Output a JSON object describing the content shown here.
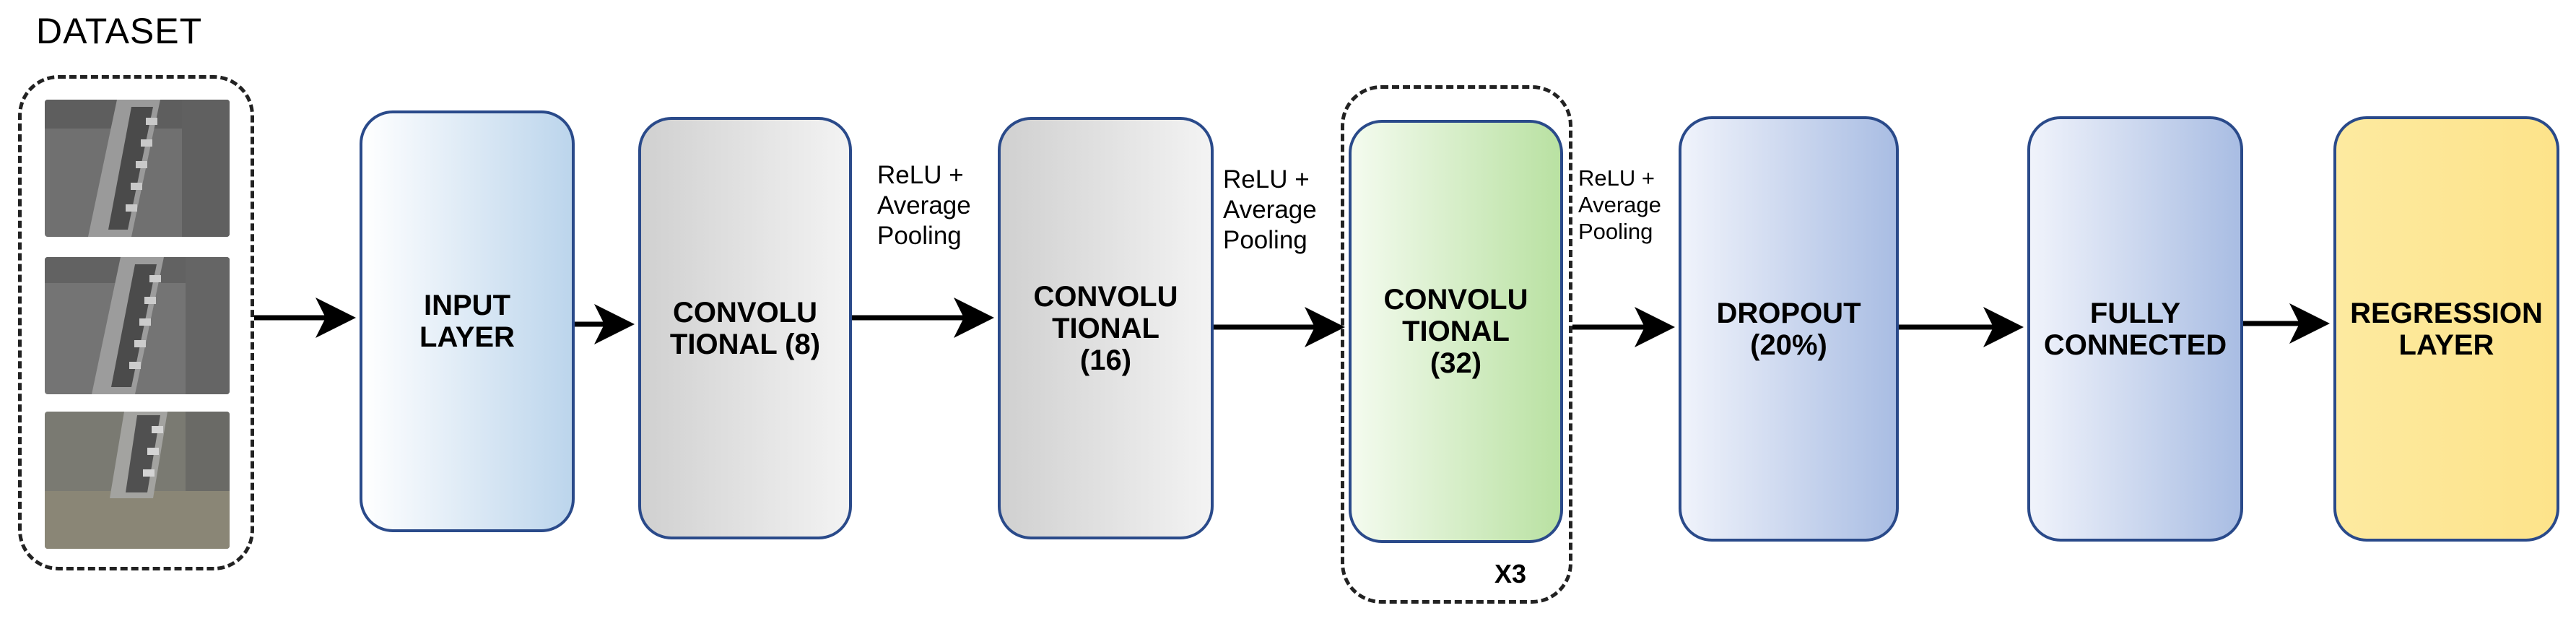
{
  "dataset": {
    "title": "DATASET"
  },
  "layers": {
    "input": {
      "lines": [
        "INPUT",
        "LAYER"
      ],
      "color": "#bcd5ec"
    },
    "conv8": {
      "lines": [
        "CONVOLU",
        "TIONAL (8)"
      ],
      "color": "#d0d0d0"
    },
    "conv16": {
      "lines": [
        "CONVOLU",
        "TIONAL",
        "(16)"
      ],
      "color": "#d0d0d0"
    },
    "conv32": {
      "lines": [
        "CONVOLU",
        "TIONAL",
        "(32)"
      ],
      "color": "#b9e1a2"
    },
    "dropout": {
      "lines": [
        "DROPOUT",
        "(20%)"
      ],
      "color": "#a9bde3"
    },
    "fc": {
      "lines": [
        "FULLY",
        "CONNECTED"
      ],
      "color": "#a9bde3"
    },
    "regression": {
      "lines": [
        "REGRESSION",
        "LAYER"
      ],
      "color": "#fde38a"
    }
  },
  "annotations": {
    "relu1": [
      "ReLU +",
      "Average",
      "Pooling"
    ],
    "relu2": [
      "ReLU +",
      "Average",
      "Pooling"
    ],
    "relu3": [
      "ReLU +",
      "Average",
      "Pooling"
    ],
    "repeat": "X3"
  }
}
